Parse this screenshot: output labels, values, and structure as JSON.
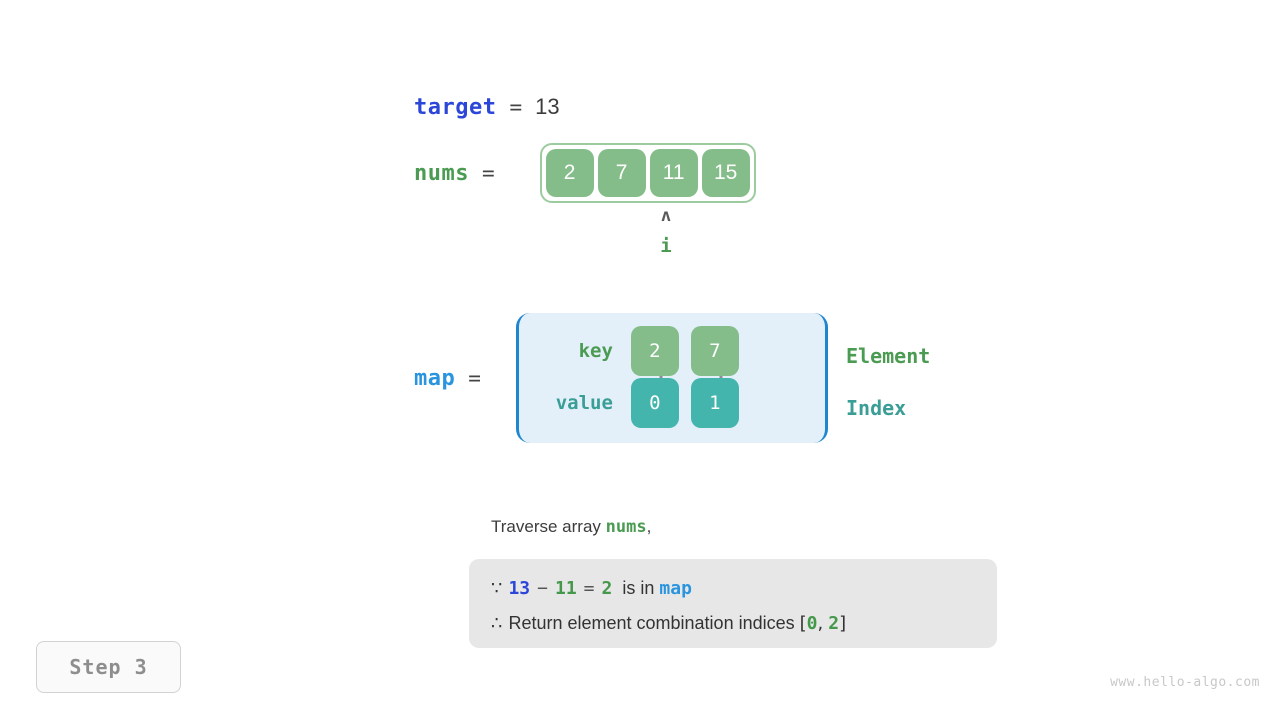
{
  "target": {
    "label": "target",
    "equals": "=",
    "value": "13"
  },
  "nums": {
    "label": "nums",
    "equals": "=",
    "cells": [
      "2",
      "7",
      "11",
      "15"
    ]
  },
  "pointer": {
    "caret": "ʌ",
    "label": "i",
    "index": 2
  },
  "map": {
    "label": "map",
    "equals": "=",
    "key_row_label": "key",
    "value_row_label": "value",
    "keys": [
      "2",
      "7"
    ],
    "values": [
      "0",
      "1"
    ],
    "legend_key": "Element",
    "legend_value": "Index"
  },
  "narration": {
    "prefix": "Traverse array ",
    "highlight": "nums",
    "suffix": ","
  },
  "reason": {
    "line1": {
      "symbol": "∵",
      "a": "13",
      "op1": "−",
      "b": "11",
      "op2": "=",
      "c": "2",
      "text": "is in",
      "target": "map"
    },
    "line2": {
      "symbol": "∴",
      "text": "Return element combination indices",
      "open": "[",
      "i1": "0",
      "comma": ",",
      "i2": "2",
      "close": "]"
    }
  },
  "step_badge": "Step 3",
  "watermark": "www.hello-algo.com",
  "colors": {
    "target_blue": "#2c47d8",
    "map_blue": "#2a94df",
    "element_green": "#4b9b52",
    "cell_green": "#85bd8a",
    "index_teal": "#3a9e96",
    "cell_teal": "#43b5ad",
    "map_bg": "#e3f0fa",
    "map_border": "#1f86d0",
    "reason_bg": "#e7e7e7",
    "arrow_gray": "#8d8d8d"
  }
}
